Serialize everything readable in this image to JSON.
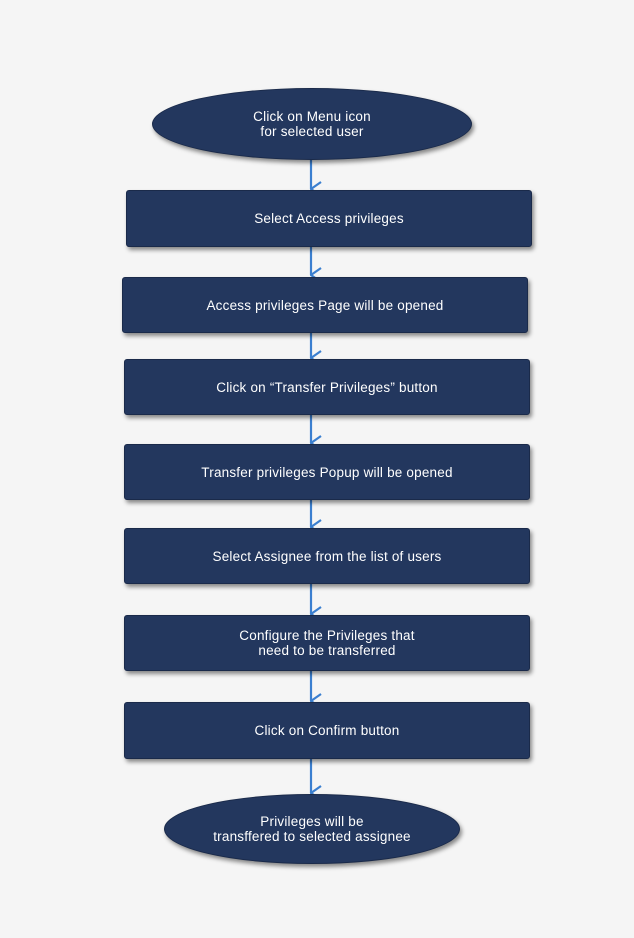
{
  "flowchart": {
    "colors": {
      "node_fill": "#23375e",
      "node_text": "#ffffff",
      "arrow": "#3b7fd0",
      "background": "#f5f5f5"
    },
    "nodes": {
      "start": "Click on  Menu icon\nfor selected user",
      "step1": "Select  Access privileges",
      "step2": "Access privileges Page will be opened",
      "step3": "Click on “Transfer Privileges” button",
      "step4": "Transfer privileges Popup will  be opened",
      "step5": "Select Assignee from the list of users",
      "step6": "Configure the Privileges that\nneed to be transferred",
      "step7": "Click on Confirm button",
      "end": "Privileges will be\ntransffered to selected assignee"
    }
  }
}
